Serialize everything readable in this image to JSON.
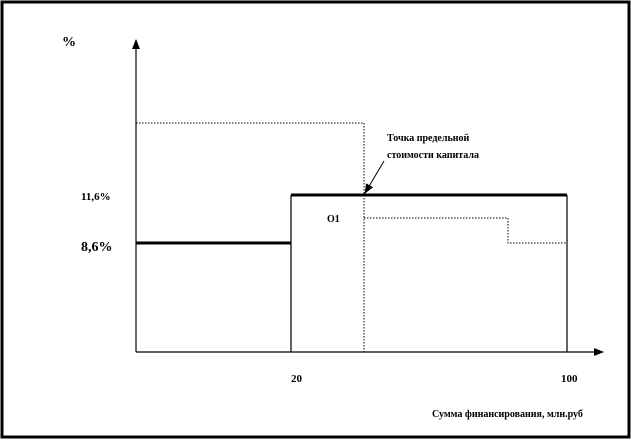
{
  "diagram": {
    "ylabel": "%",
    "xlabel": "Сумма финансирования, млн.руб",
    "y_ticks": [
      "11,6%",
      "8,6%"
    ],
    "x_ticks": [
      "20",
      "100"
    ],
    "annotation": {
      "line1": "Точка предельной",
      "line2": "стоимости капитала"
    },
    "point_label": "О1"
  }
}
